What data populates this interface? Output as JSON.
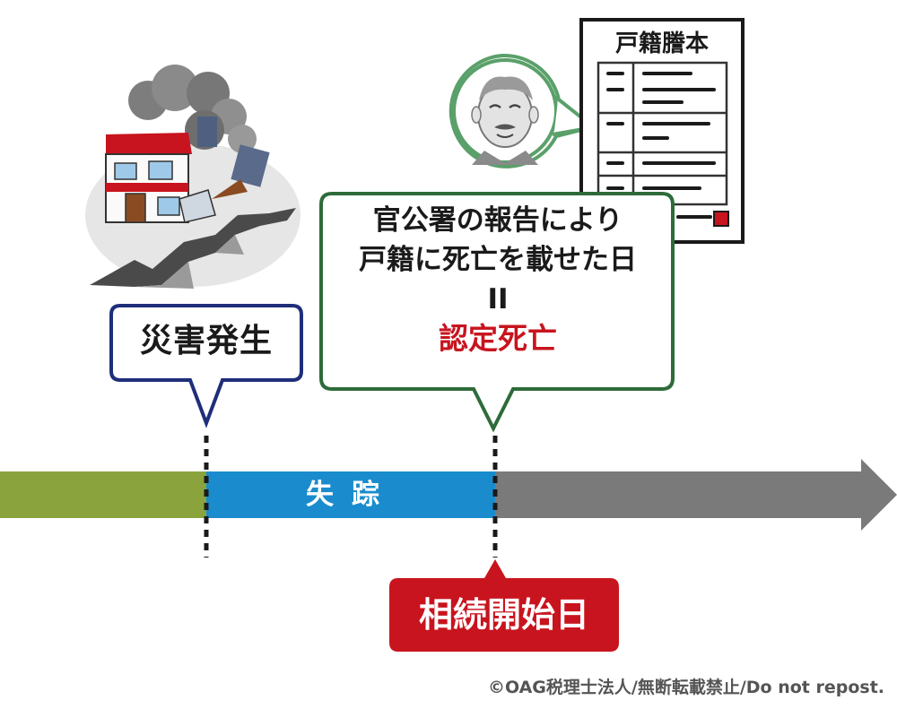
{
  "diagram": {
    "disaster_label": "災害発生",
    "report_line1": "官公署の報告により",
    "report_line2": "戸籍に死亡を載せた日",
    "report_equals": "II",
    "recognized_death": "認定死亡",
    "missing_label": "失踪",
    "inheritance_start": "相続開始日",
    "registry_title": "戸籍謄本",
    "copyright": "©OAG税理士法人/無断転載禁止/Do not repost."
  },
  "colors": {
    "navy": "#1f2e7a",
    "green_border": "#2e6b3a",
    "red": "#c8141e",
    "olive": "#8aa33c",
    "blue": "#1a8ccd",
    "gray": "#7a7a7a"
  },
  "icons": [
    "disaster-house-illustration",
    "official-person-icon",
    "family-register-document-icon"
  ]
}
